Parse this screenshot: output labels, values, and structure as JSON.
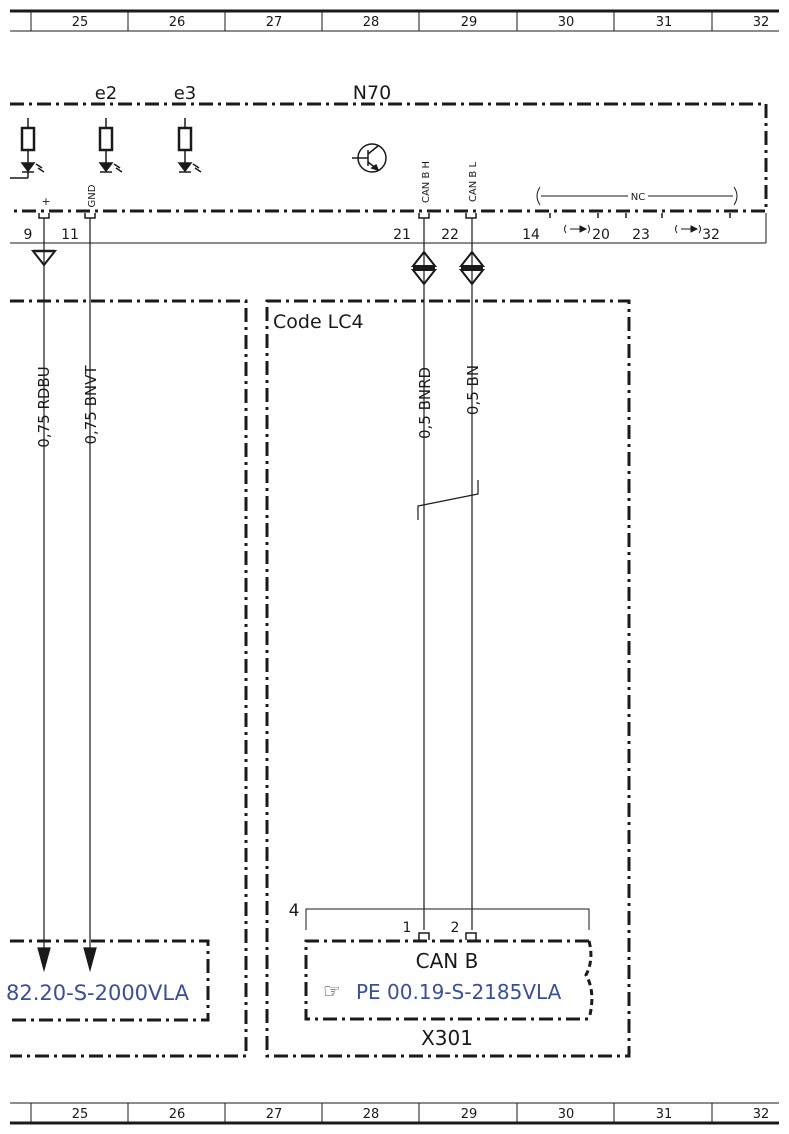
{
  "ruler": {
    "columns": [
      "25",
      "26",
      "27",
      "28",
      "29",
      "30",
      "31",
      "32"
    ]
  },
  "module": {
    "name": "N70",
    "bulb_labels": [
      "e2",
      "e3"
    ],
    "pin_labels": {
      "plus": "+",
      "gnd": "GND",
      "canh": "CAN B H",
      "canl": "CAN B L",
      "nc": "NC"
    },
    "pins": {
      "p9": "9",
      "p11": "11",
      "p21": "21",
      "p22": "22",
      "p14": "14",
      "p20": "20",
      "p23": "23",
      "p32": "32"
    }
  },
  "wires": {
    "w1": "0,75 RDBU",
    "w2": "0,75 BNVT",
    "w3": "0,5 BNRD",
    "w4": "0,5 BN"
  },
  "code_box": {
    "title": "Code LC4"
  },
  "left_ref": {
    "text": "82.20-S-2000VLA"
  },
  "connector": {
    "number": "4",
    "pin1": "1",
    "pin2": "2",
    "title": "CAN B",
    "ref_icon": "☞",
    "ref_text": "PE 00.19-S-2185VLA",
    "name": "X301"
  },
  "colors": {
    "line": "#1a1a1a",
    "link": "#3a4f9a"
  }
}
